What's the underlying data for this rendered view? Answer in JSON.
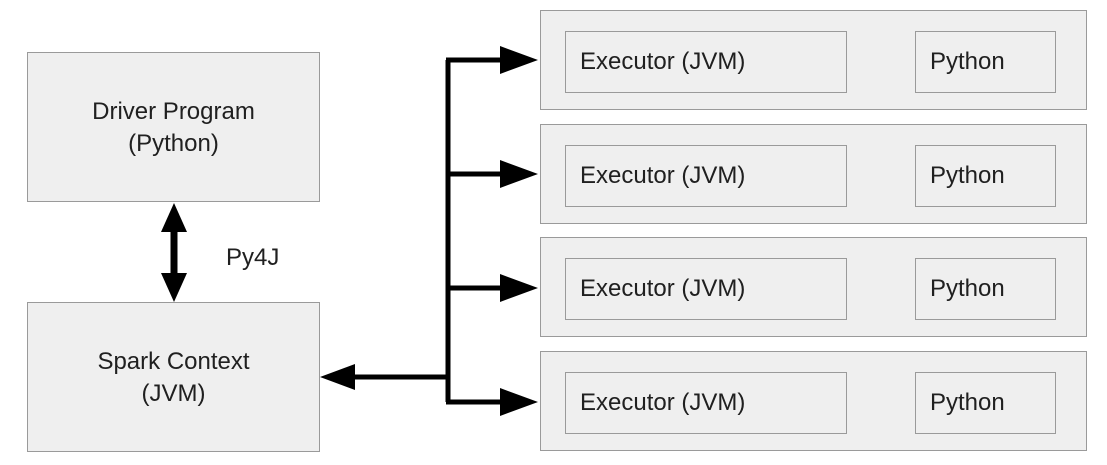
{
  "driver": {
    "line1": "Driver Program",
    "line2": "(Python)"
  },
  "spark": {
    "line1": "Spark Context",
    "line2": "(JVM)"
  },
  "bridge_label": "Py4J",
  "executors": [
    {
      "executor_label": "Executor (JVM)",
      "python_label": "Python"
    },
    {
      "executor_label": "Executor (JVM)",
      "python_label": "Python"
    },
    {
      "executor_label": "Executor (JVM)",
      "python_label": "Python"
    },
    {
      "executor_label": "Executor (JVM)",
      "python_label": "Python"
    }
  ],
  "colors": {
    "box_fill": "#efefef",
    "box_border": "#9a9a9a",
    "main_arrow": "#000000",
    "minor_arrow": "#9a9a9a"
  }
}
